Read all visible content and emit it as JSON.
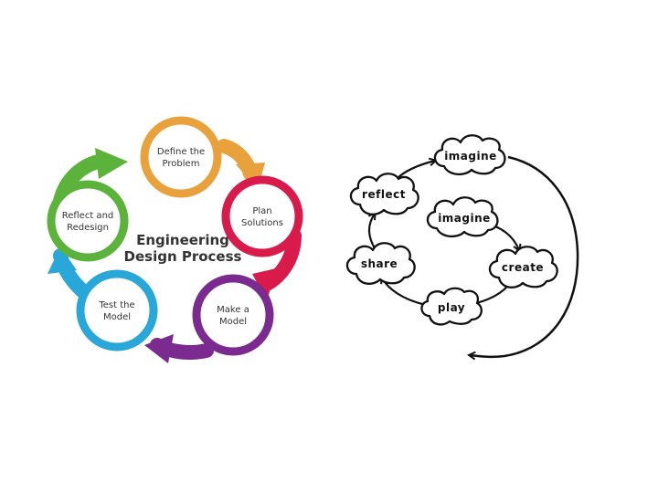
{
  "engineering_design_process": {
    "title_line1": "Engineering",
    "title_line2": "Design Process",
    "steps": [
      {
        "line1": "Define the",
        "line2": "Problem",
        "color": "#e9a23b"
      },
      {
        "line1": "Plan",
        "line2": "Solutions",
        "color": "#d81b4a"
      },
      {
        "line1": "Make a",
        "line2": "Model",
        "color": "#7b2a8f"
      },
      {
        "line1": "Test the",
        "line2": "Model",
        "color": "#2aa7d9"
      },
      {
        "line1": "Reflect and",
        "line2": "Redesign",
        "color": "#5bb33b"
      }
    ]
  },
  "creative_learning_spiral": {
    "outer_loop": [
      "imagine",
      "reflect",
      "share"
    ],
    "inner_loop": [
      "imagine",
      "create",
      "play"
    ],
    "line_color": "#111111"
  }
}
